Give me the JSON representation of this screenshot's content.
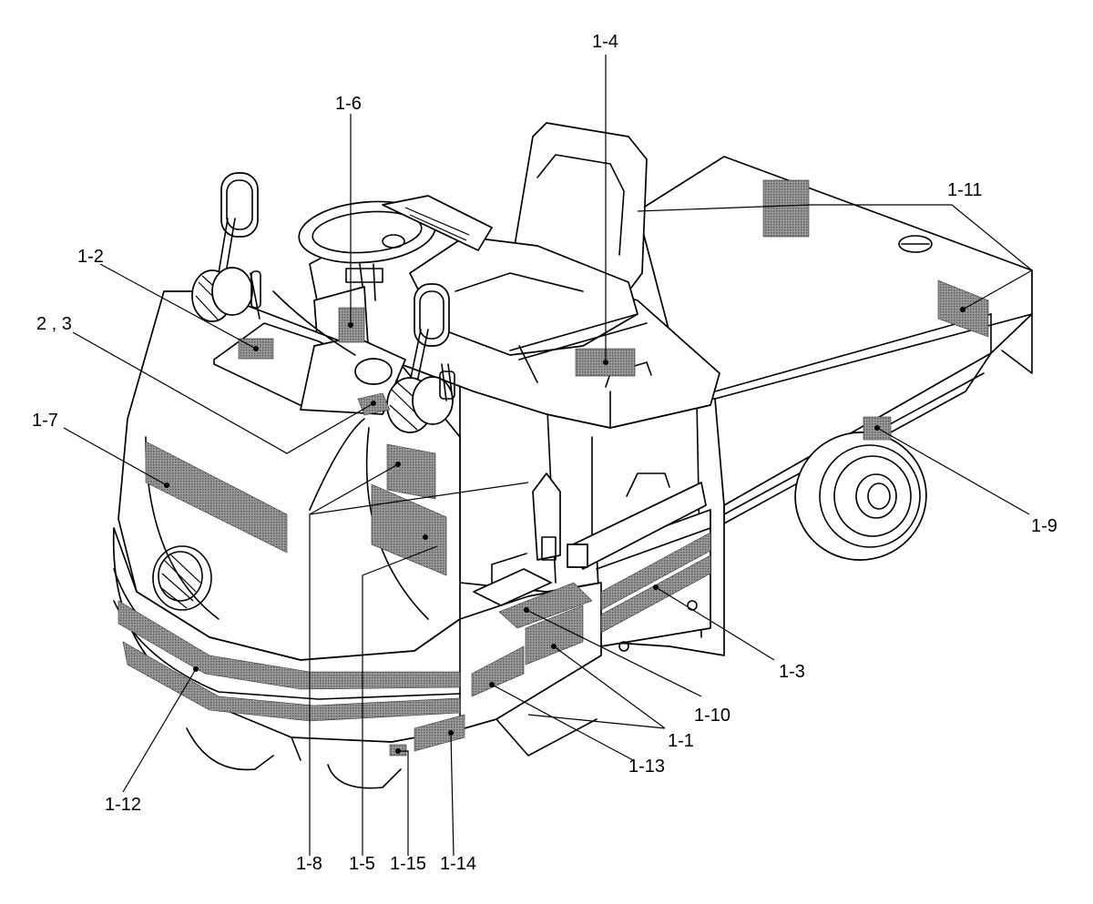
{
  "diagram": {
    "background": "#ffffff",
    "line_color": "#000000",
    "decal_color": "#8a8a8a",
    "callouts": [
      {
        "id": "c-1-4",
        "label": "1-4"
      },
      {
        "id": "c-1-6",
        "label": "1-6"
      },
      {
        "id": "c-1-11",
        "label": "1-11"
      },
      {
        "id": "c-1-2",
        "label": "1-2"
      },
      {
        "id": "c-2-3",
        "label": "2 , 3"
      },
      {
        "id": "c-1-7",
        "label": "1-7"
      },
      {
        "id": "c-1-9",
        "label": "1-9"
      },
      {
        "id": "c-1-3",
        "label": "1-3"
      },
      {
        "id": "c-1-10",
        "label": "1-10"
      },
      {
        "id": "c-1-1",
        "label": "1-1"
      },
      {
        "id": "c-1-13",
        "label": "1-13"
      },
      {
        "id": "c-1-12",
        "label": "1-12"
      },
      {
        "id": "c-1-8",
        "label": "1-8"
      },
      {
        "id": "c-1-5",
        "label": "1-5"
      },
      {
        "id": "c-1-15",
        "label": "1-15"
      },
      {
        "id": "c-1-14",
        "label": "1-14"
      }
    ]
  }
}
